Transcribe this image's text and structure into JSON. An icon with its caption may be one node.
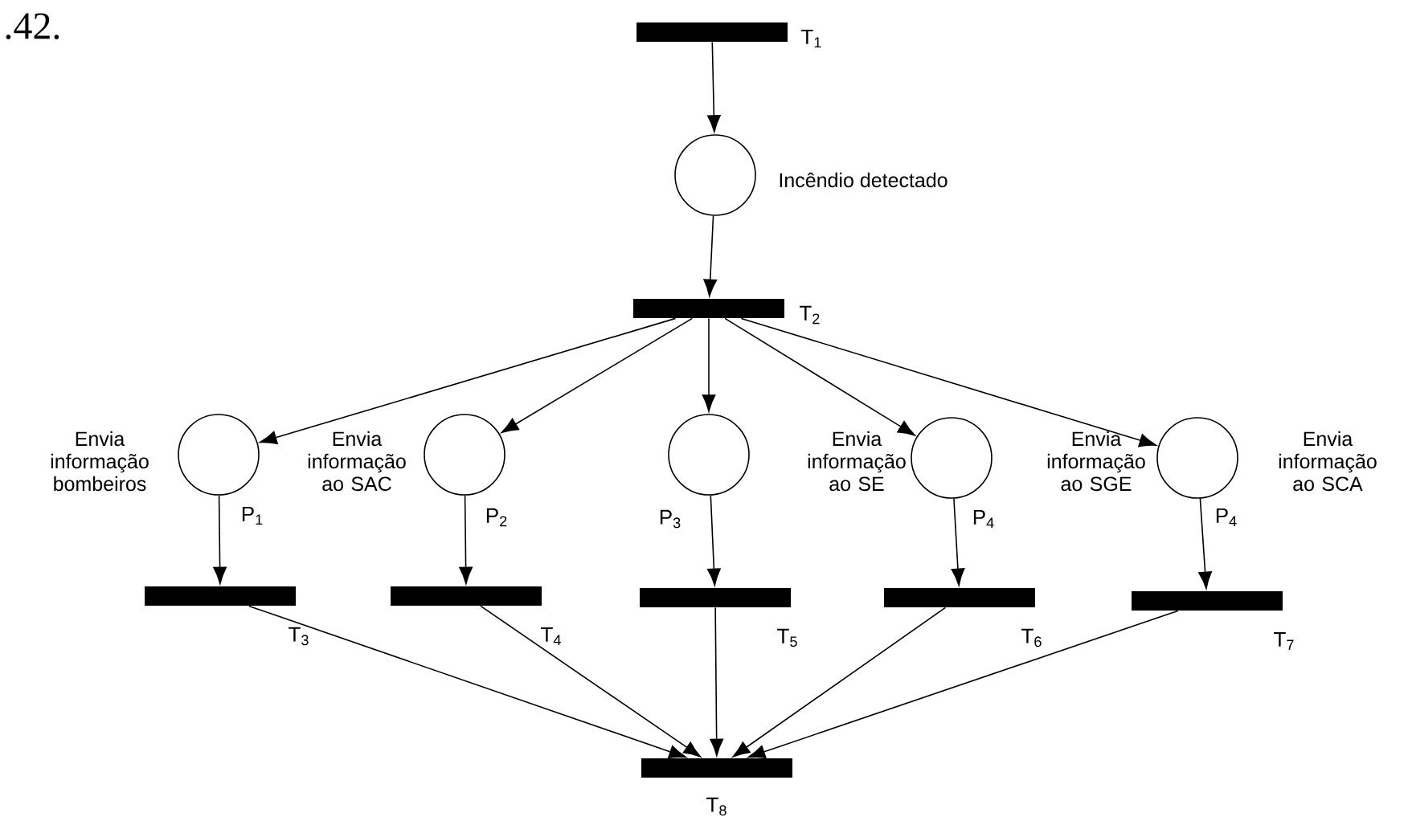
{
  "diagram": {
    "nodes": [
      {
        "text": [],
        "shape": "bar",
        "beside": [
          "T$_{1}$"
        ]
      },
      {
        "text": [],
        "shape": "circle",
        "beside": [
          "Incêndio detectado"
        ]
      },
      {
        "text": [],
        "shape": "bar",
        "beside": [
          "T$_{2}$"
        ]
      },
      {
        "text": [],
        "shape": "circle",
        "beside": [
          "Envia informação bombeiros",
          "P$_{1}$"
        ]
      },
      {
        "text": [],
        "shape": "circle",
        "beside": [
          "Envia informação ao SAC",
          "P$_{2}$"
        ]
      },
      {
        "text": [],
        "shape": "circle",
        "beside": [
          "P$_{3}$"
        ]
      },
      {
        "text": [],
        "shape": "circle",
        "beside": [
          "P$_{4}$"
        ]
      },
      {
        "text": [],
        "shape": "circle",
        "beside": [
          "P$_{4}$"
        ]
      },
      {
        "text": [],
        "shape": "bar",
        "beside": [
          "T$_{3}$"
        ]
      },
      {
        "text": [],
        "shape": "bar",
        "beside": [
          "T$_{4}$"
        ]
      },
      {
        "text": [],
        "shape": "bar",
        "beside": [
          "T$_{5}$"
        ]
      },
      {
        "text": [],
        "shape": "bar",
        "beside": [
          "T$_{6}$"
        ]
      },
      {
        "text": [],
        "shape": "bar",
        "beside": [
          "T$_{7}$"
        ]
      },
      {
        "text": [],
        "shape": "bar",
        "beside": [
          "T$_{8}$"
        ]
      }
    ],
    "edges": [
      {
        "from": 0,
        "to": 1,
        "arrow": "to"
      },
      {
        "from": 1,
        "to": 2,
        "arrow": "to"
      },
      {
        "from": 2,
        "to": 3,
        "arrow": "to"
      },
      {
        "from": 2,
        "to": 4,
        "arrow": "to"
      },
      {
        "from": 2,
        "to": 5,
        "arrow": "to"
      },
      {
        "from": 2,
        "to": 6,
        "arrow": "to"
      },
      {
        "from": 2,
        "to": 7,
        "arrow": "to"
      },
      {
        "from": 3,
        "to": 8,
        "arrow": "to"
      },
      {
        "from": 4,
        "to": 9,
        "arrow": "to"
      },
      {
        "from": 5,
        "to": 10,
        "arrow": "to"
      },
      {
        "from": 6,
        "to": 11,
        "arrow": "to"
      },
      {
        "from": 7,
        "to": 12,
        "arrow": "to"
      },
      {
        "from": 8,
        "to": 13,
        "arrow": "to"
      },
      {
        "from": 9,
        "to": 13,
        "arrow": "to"
      },
      {
        "from": 10,
        "to": 13,
        "arrow": "to"
      },
      {
        "from": 11,
        "to": 13,
        "arrow": "to"
      },
      {
        "from": 12,
        "to": 13,
        "arrow": "to"
      }
    ],
    "labels": [
      ".42.",
      "Envia informação ao SE",
      "Envia informação ao SGE",
      "Envia informação ao SCA"
    ]
  }
}
